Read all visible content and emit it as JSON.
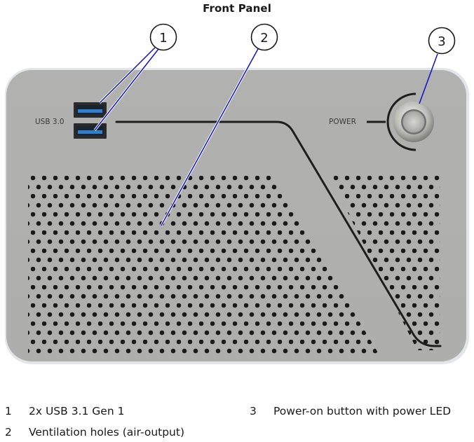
{
  "title": "Front Panel",
  "panel": {
    "usb_label": "USB 3.0",
    "power_label": "POWER",
    "colors": {
      "chassis": "#b3b3b1",
      "chassis_edge": "#dfe3e6",
      "usb_blue": "#2f7fd0",
      "callout_line": "#1010d0",
      "groove": "#1e1e1e"
    }
  },
  "callouts": [
    {
      "number": "1",
      "target": "usb-ports"
    },
    {
      "number": "2",
      "target": "ventilation-holes"
    },
    {
      "number": "3",
      "target": "power-button"
    }
  ],
  "legend": [
    {
      "number": "1",
      "text": "2x USB 3.1 Gen 1"
    },
    {
      "number": "2",
      "text": "Ventilation holes (air-output)"
    },
    {
      "number": "3",
      "text": "Power-on button with power LED"
    }
  ]
}
